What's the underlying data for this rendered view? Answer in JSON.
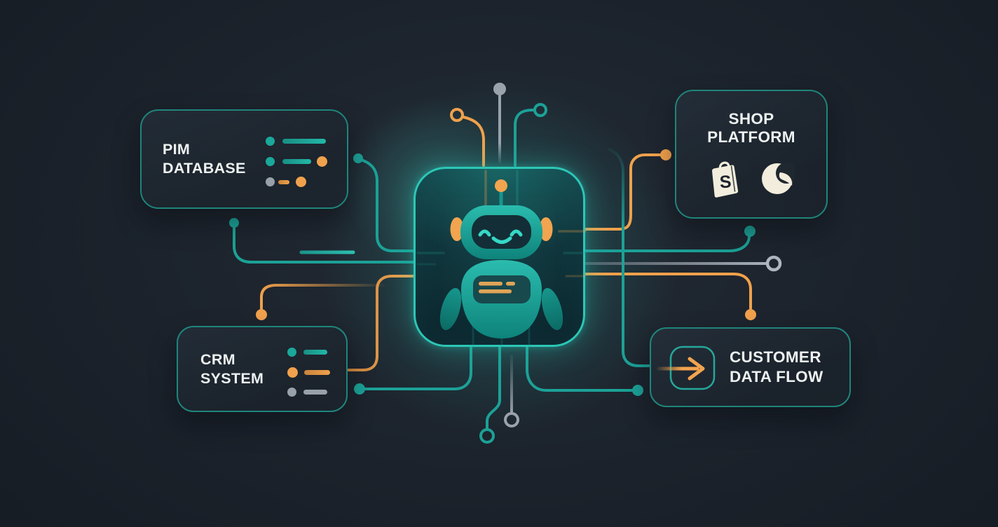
{
  "diagram": {
    "nodes": {
      "pim": {
        "label_line1": "PIM",
        "label_line2": "DATABASE"
      },
      "crm": {
        "label_line1": "CRM",
        "label_line2": "SYSTEM"
      },
      "shop": {
        "label_line1": "SHOP",
        "label_line2": "PLATFORM"
      },
      "customer": {
        "label_line1": "CUSTOMER",
        "label_line2": "DATA FLOW"
      }
    },
    "icons": {
      "shopify_letter": "S",
      "shop_logo_names": [
        "shopify-bag-logo",
        "shopware-logo"
      ],
      "customer_icon": "arrow-right-icon",
      "pim_icon": "data-list-rows-icon",
      "crm_icon": "data-list-rows-icon",
      "bot_icon": "chatbot-robot-icon"
    },
    "colors": {
      "background": "#1B222B",
      "teal": "#1CA197",
      "teal_bright": "#2CC7B6",
      "orange": "#F2A44F",
      "gray": "#99A1AB",
      "cream": "#F2EDDC",
      "text": "#EDF1F0"
    }
  }
}
